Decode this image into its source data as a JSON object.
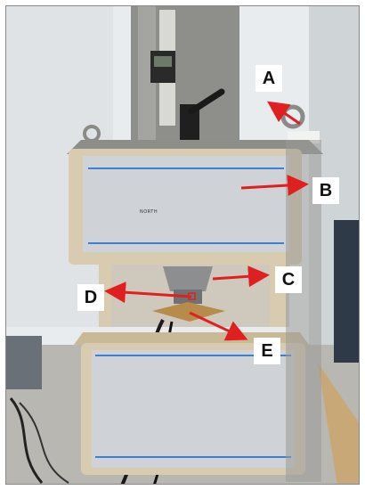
{
  "callouts": {
    "a": "A",
    "b": "B",
    "c": "C",
    "d": "D",
    "e": "E"
  },
  "device": {
    "front_label": "NORTH"
  },
  "colors": {
    "arrow": "#e02020",
    "housing": "#d8cbb0",
    "panel": "#cfd3d8",
    "stripe": "#3f7fd0",
    "column": "#8e8f8a"
  }
}
